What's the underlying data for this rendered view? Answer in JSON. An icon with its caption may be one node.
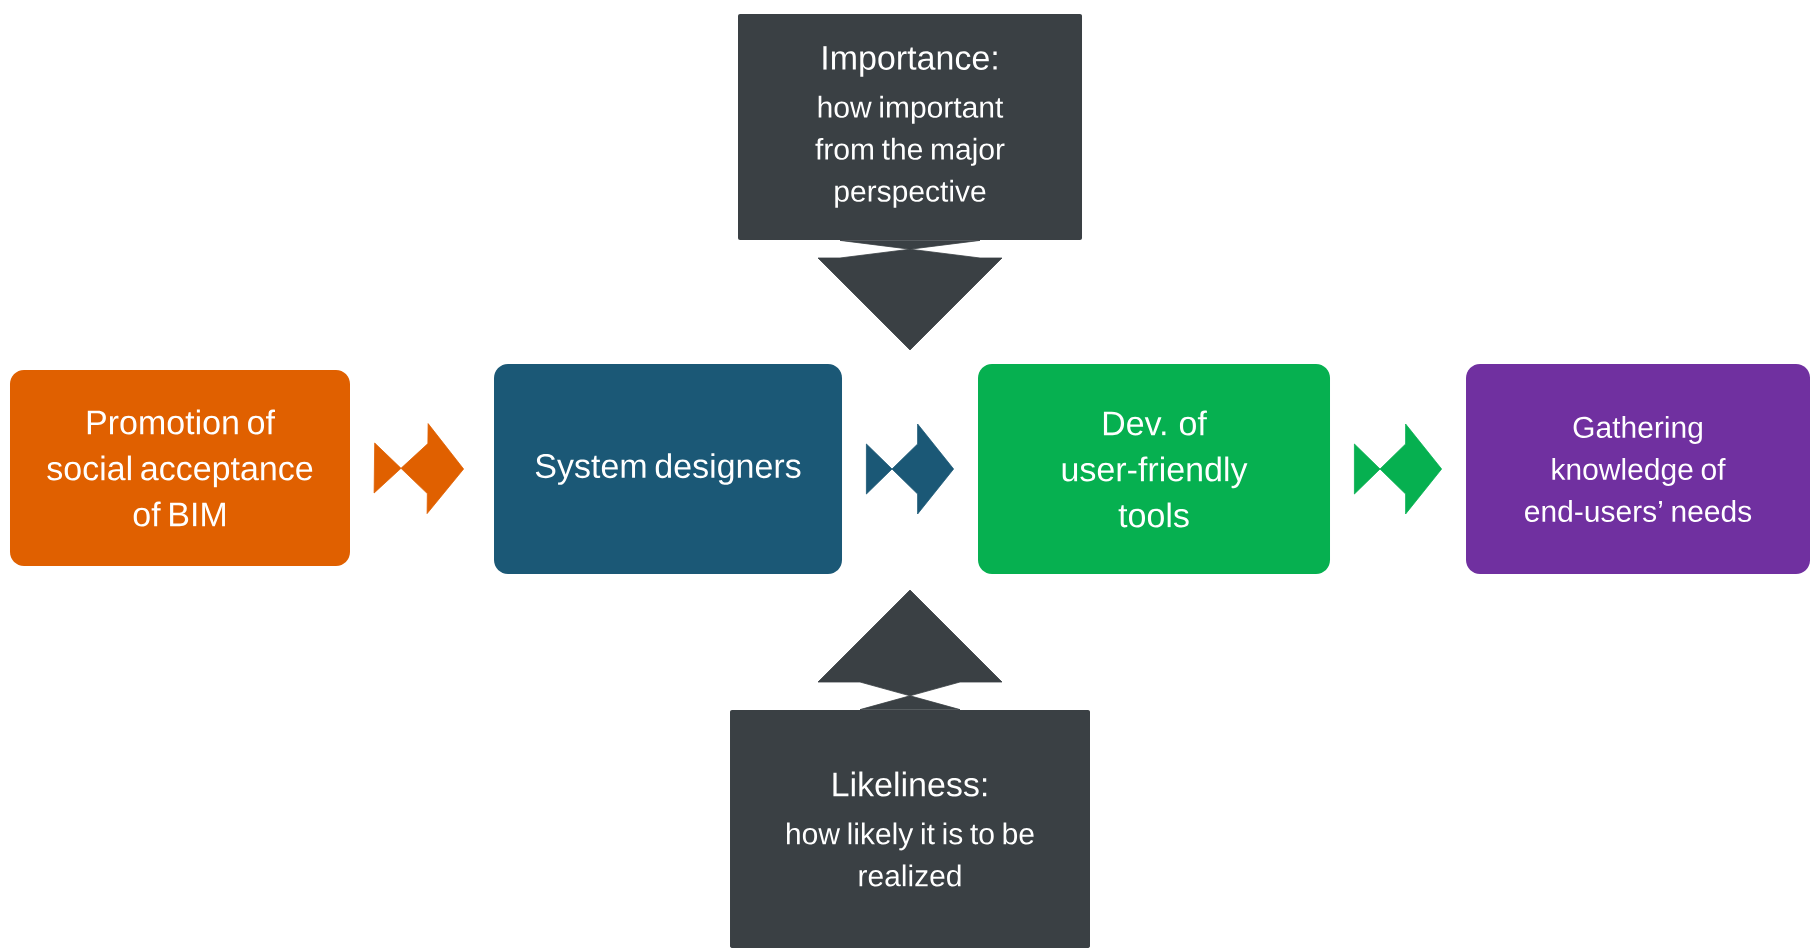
{
  "diagram": {
    "nodes": [
      {
        "text": [
          "Promotion of social acceptance of BIM"
        ]
      },
      {
        "text": [
          "System designers"
        ]
      },
      {
        "text": [
          "Dev. of user-friendly tools"
        ]
      },
      {
        "text": [
          "Gathering knowledge of end-users’ needs"
        ]
      },
      {
        "text": [
          "Importance:",
          "how  important from the major perspective"
        ]
      },
      {
        "text": [
          "Likeliness:",
          "how likely it is to be realized"
        ]
      }
    ],
    "edges": [
      {
        "from": 0,
        "to": 1,
        "arrow": "to",
        "color": "#e06000"
      },
      {
        "from": 1,
        "to": 2,
        "arrow": "to",
        "color": "#1b5876"
      },
      {
        "from": 2,
        "to": 3,
        "arrow": "to",
        "color": "#06b050"
      },
      {
        "from": 4,
        "to": null,
        "arrow": "to",
        "color": "#3a4044",
        "style": "thick"
      },
      {
        "from": 5,
        "to": null,
        "arrow": "to",
        "color": "#3a4044",
        "style": "thick"
      }
    ]
  }
}
